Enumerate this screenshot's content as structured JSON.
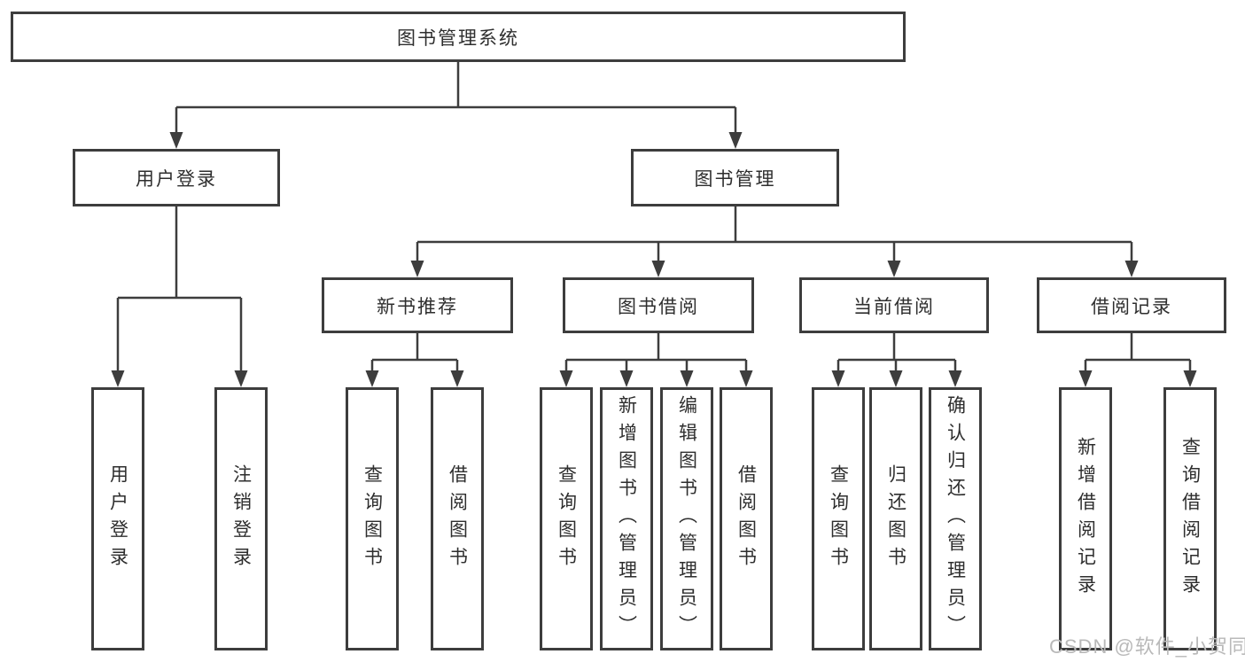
{
  "diagram": {
    "tree": {
      "label": "图书管理系统",
      "children": [
        {
          "label": "用户登录",
          "children": [
            {
              "label": "用户登录"
            },
            {
              "label": "注销登录"
            }
          ]
        },
        {
          "label": "图书管理",
          "children": [
            {
              "label": "新书推荐",
              "children": [
                {
                  "label": "查询图书"
                },
                {
                  "label": "借阅图书"
                }
              ]
            },
            {
              "label": "图书借阅",
              "children": [
                {
                  "label": "查询图书"
                },
                {
                  "label": "新增图书（管理员）"
                },
                {
                  "label": "编辑图书（管理员）"
                },
                {
                  "label": "借阅图书"
                }
              ]
            },
            {
              "label": "当前借阅",
              "children": [
                {
                  "label": "查询图书"
                },
                {
                  "label": "归还图书"
                },
                {
                  "label": "确认归还（管理员）"
                }
              ]
            },
            {
              "label": "借阅记录",
              "children": [
                {
                  "label": "新增借阅记录"
                },
                {
                  "label": "查询借阅记录"
                }
              ]
            }
          ]
        }
      ]
    },
    "watermark": "CSDN @软件_小贺同学",
    "colors": {
      "line": "#3d3d3d",
      "text": "#2e2e2e",
      "background": "#ffffff",
      "watermark": "#b9b9b9"
    }
  }
}
